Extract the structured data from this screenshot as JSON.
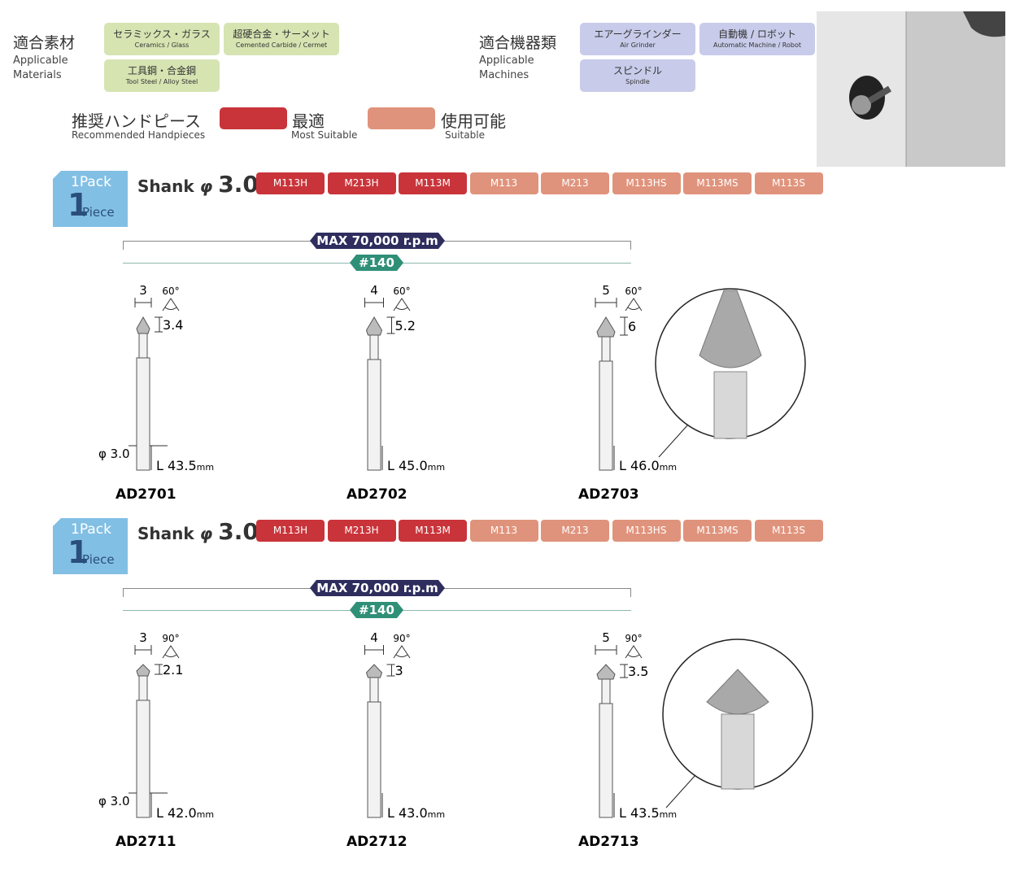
{
  "materials": {
    "title_jp": "適合素材",
    "title_en_1": "Applicable",
    "title_en_2": "Materials",
    "items": [
      {
        "jp": "セラミックス・ガラス",
        "en": "Ceramics / Glass"
      },
      {
        "jp": "超硬合金・サーメット",
        "en": "Cemented Carbide / Cermet"
      },
      {
        "jp": "工具鋼・合金鋼",
        "en": "Tool Steel / Alloy Steel"
      }
    ]
  },
  "machines": {
    "title_jp": "適合機器類",
    "title_en_1": "Applicable",
    "title_en_2": "Machines",
    "items": [
      {
        "jp": "エアーグラインダー",
        "en": "Air Grinder"
      },
      {
        "jp": "自動機 / ロボット",
        "en": "Automatic Machine / Robot"
      },
      {
        "jp": "スピンドル",
        "en": "Spindle"
      }
    ]
  },
  "legend": {
    "title_jp": "推奨ハンドピース",
    "title_en": "Recommended Handpieces",
    "most_jp": "最適",
    "most_en": "Most Suitable",
    "suit_jp": "使用可能",
    "suit_en": "Suitable"
  },
  "colors": {
    "most": "#c9343a",
    "suitable": "#e0937c",
    "materials": "#d6e4b2",
    "machines": "#c8cbe9",
    "pack": "#82bfe4",
    "rpm": "#2e2d5e",
    "grit": "#2f8f77"
  },
  "sections": [
    {
      "pack_top": "1Pack",
      "pack_num": "1",
      "pack_bottom": "Piece",
      "shank_label": "Shank",
      "shank_symbol": "φ",
      "shank_value": "3.0",
      "handpieces": [
        {
          "name": "M113H",
          "level": "most"
        },
        {
          "name": "M213H",
          "level": "most"
        },
        {
          "name": "M113M",
          "level": "most"
        },
        {
          "name": "M113",
          "level": "suitable"
        },
        {
          "name": "M213",
          "level": "suitable"
        },
        {
          "name": "M113HS",
          "level": "suitable"
        },
        {
          "name": "M113MS",
          "level": "suitable"
        },
        {
          "name": "M113S",
          "level": "suitable"
        }
      ],
      "max_rpm": "MAX 70,000 r.p.m",
      "grit": "#140",
      "shank_dia": "φ 3.0",
      "tools": [
        {
          "code": "AD2701",
          "head_dia": "3",
          "angle": "60°",
          "head_len": "3.4",
          "length": "L 43.5",
          "unit": "mm"
        },
        {
          "code": "AD2702",
          "head_dia": "4",
          "angle": "60°",
          "head_len": "5.2",
          "length": "L 45.0",
          "unit": "mm"
        },
        {
          "code": "AD2703",
          "head_dia": "5",
          "angle": "60°",
          "head_len": "6",
          "length": "L 46.0",
          "unit": "mm"
        }
      ]
    },
    {
      "pack_top": "1Pack",
      "pack_num": "1",
      "pack_bottom": "Piece",
      "shank_label": "Shank",
      "shank_symbol": "φ",
      "shank_value": "3.0",
      "handpieces": [
        {
          "name": "M113H",
          "level": "most"
        },
        {
          "name": "M213H",
          "level": "most"
        },
        {
          "name": "M113M",
          "level": "most"
        },
        {
          "name": "M113",
          "level": "suitable"
        },
        {
          "name": "M213",
          "level": "suitable"
        },
        {
          "name": "M113HS",
          "level": "suitable"
        },
        {
          "name": "M113MS",
          "level": "suitable"
        },
        {
          "name": "M113S",
          "level": "suitable"
        }
      ],
      "max_rpm": "MAX 70,000 r.p.m",
      "grit": "#140",
      "shank_dia": "φ 3.0",
      "tools": [
        {
          "code": "AD2711",
          "head_dia": "3",
          "angle": "90°",
          "head_len": "2.1",
          "length": "L 42.0",
          "unit": "mm"
        },
        {
          "code": "AD2712",
          "head_dia": "4",
          "angle": "90°",
          "head_len": "3",
          "length": "L 43.0",
          "unit": "mm"
        },
        {
          "code": "AD2713",
          "head_dia": "5",
          "angle": "90°",
          "head_len": "3.5",
          "length": "L 43.5",
          "unit": "mm"
        }
      ]
    }
  ]
}
